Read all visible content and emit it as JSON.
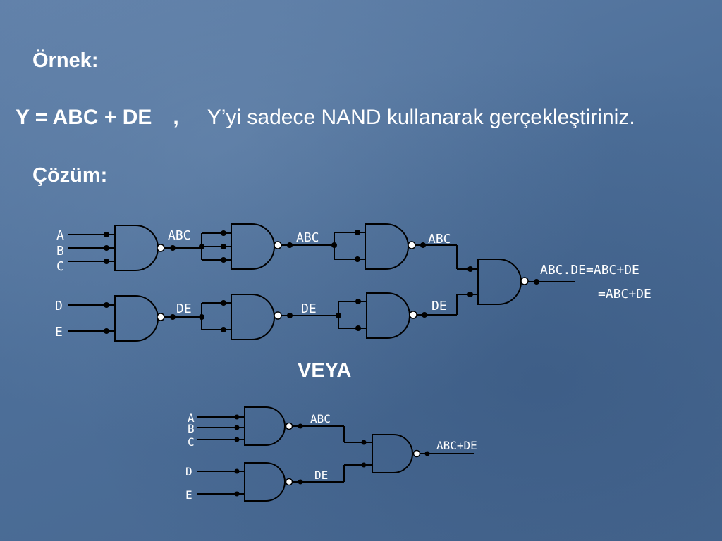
{
  "slide": {
    "heading_example": "Örnek:",
    "equation": "Y = ABC + DE",
    "comma": ",",
    "task": "Y’yi sadece NAND kullanarak gerçekleştiriniz.",
    "heading_solution": "Çözüm:",
    "or_label": "VEYA"
  },
  "circuit1": {
    "input_a": "A",
    "input_b": "B",
    "input_c": "C",
    "input_d": "D",
    "input_e": "E",
    "abc_1": "ABC",
    "abc_2": "ABC",
    "abc_3": "ABC",
    "de_1": "DE",
    "de_2": "DE",
    "de_3": "DE",
    "output_line1": "ABC.DE=ABC+DE",
    "output_line2": "=ABC+DE"
  },
  "circuit2": {
    "input_a": "A",
    "input_b": "B",
    "input_c": "C",
    "input_d": "D",
    "input_e": "E",
    "abc": "ABC",
    "de": "DE",
    "output": "ABC+DE"
  },
  "colors": {
    "background": "#4f719b",
    "text": "#ffffff",
    "lines": "#000000"
  }
}
